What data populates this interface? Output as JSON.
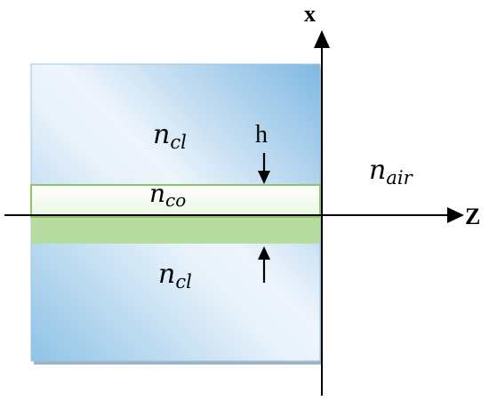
{
  "axes": {
    "x_label": "x",
    "z_label": "Z"
  },
  "regions": {
    "cladding_upper": {
      "base": "n",
      "sub": "cl"
    },
    "core": {
      "base": "n",
      "sub": "co"
    },
    "cladding_lower": {
      "base": "n",
      "sub": "cl"
    },
    "air": {
      "base": "n",
      "sub": "air"
    }
  },
  "thickness_label": "h",
  "colors": {
    "cladding_light": "#e8f2fb",
    "cladding_dark": "#8fc3e6",
    "core_fill": "#f4fbef",
    "core_border": "#8cc46a",
    "core_shadow": "#b6dca0",
    "axis": "#000000"
  }
}
